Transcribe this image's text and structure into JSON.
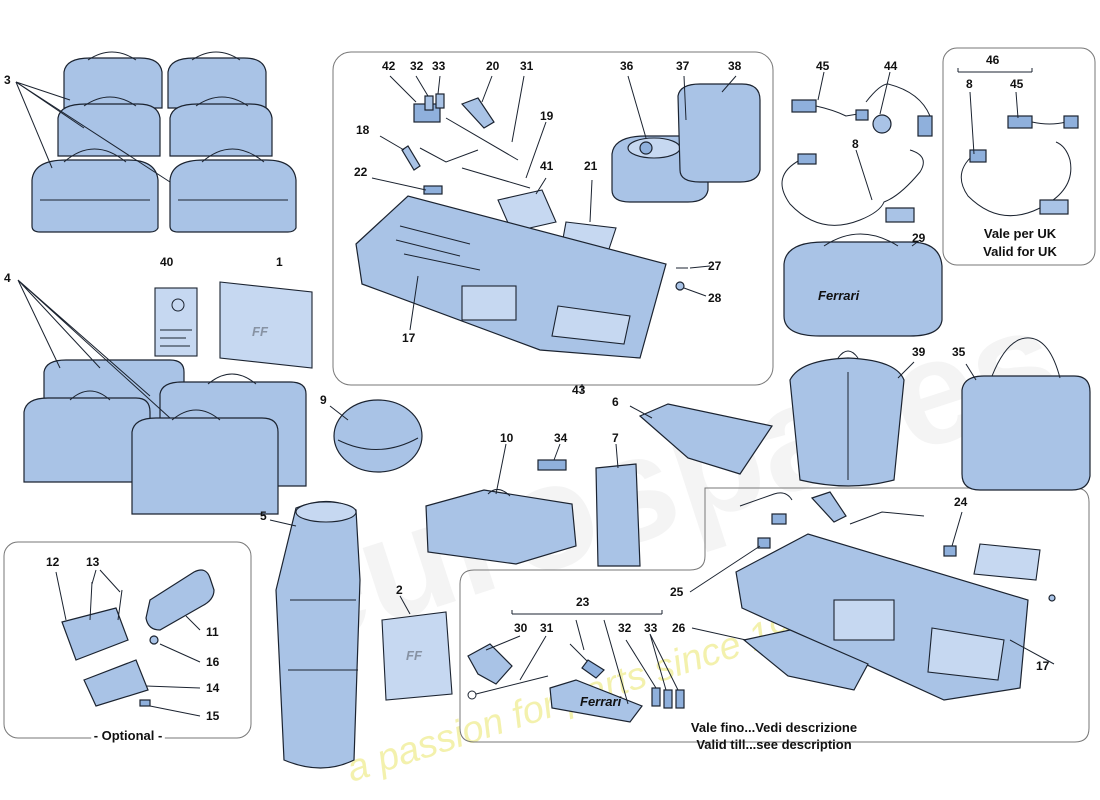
{
  "labels": {
    "p1": "1",
    "p2": "2",
    "p3": "3",
    "p4": "4",
    "p5": "5",
    "p6": "6",
    "p7": "7",
    "p8a": "8",
    "p8b": "8",
    "p9": "9",
    "p10": "10",
    "p11": "11",
    "p12": "12",
    "p13": "13",
    "p14": "14",
    "p15": "15",
    "p16": "16",
    "p17a": "17",
    "p17b": "17",
    "p18": "18",
    "p19": "19",
    "p20": "20",
    "p21": "21",
    "p22": "22",
    "p23": "23",
    "p24": "24",
    "p25": "25",
    "p26": "26",
    "p27": "27",
    "p28": "28",
    "p29": "29",
    "p30": "30",
    "p31a": "31",
    "p31b": "31",
    "p32a": "32",
    "p32b": "32",
    "p33a": "33",
    "p33b": "33",
    "p34": "34",
    "p35": "35",
    "p36": "36",
    "p37": "37",
    "p38": "38",
    "p39": "39",
    "p40": "40",
    "p41": "41",
    "p42": "42",
    "p43": "43",
    "p44": "44",
    "p45a": "45",
    "p45b": "45",
    "p46": "46"
  },
  "captions": {
    "optional": "- Optional -",
    "uk_it": "Vale per UK",
    "uk_en": "Valid for UK",
    "till_it": "Vale fino...Vedi descrizione",
    "till_en": "Valid till...see description"
  },
  "watermark": {
    "brand": "eurospares",
    "tagline": "a passion for parts since 1985"
  },
  "printed_text": {
    "brand_logo": "Ferrari",
    "model_logo": "FF"
  },
  "colors": {
    "part_fill": "#a9c3e6",
    "outline": "#1b2330",
    "watermark_tagline": "#e9e56a"
  }
}
